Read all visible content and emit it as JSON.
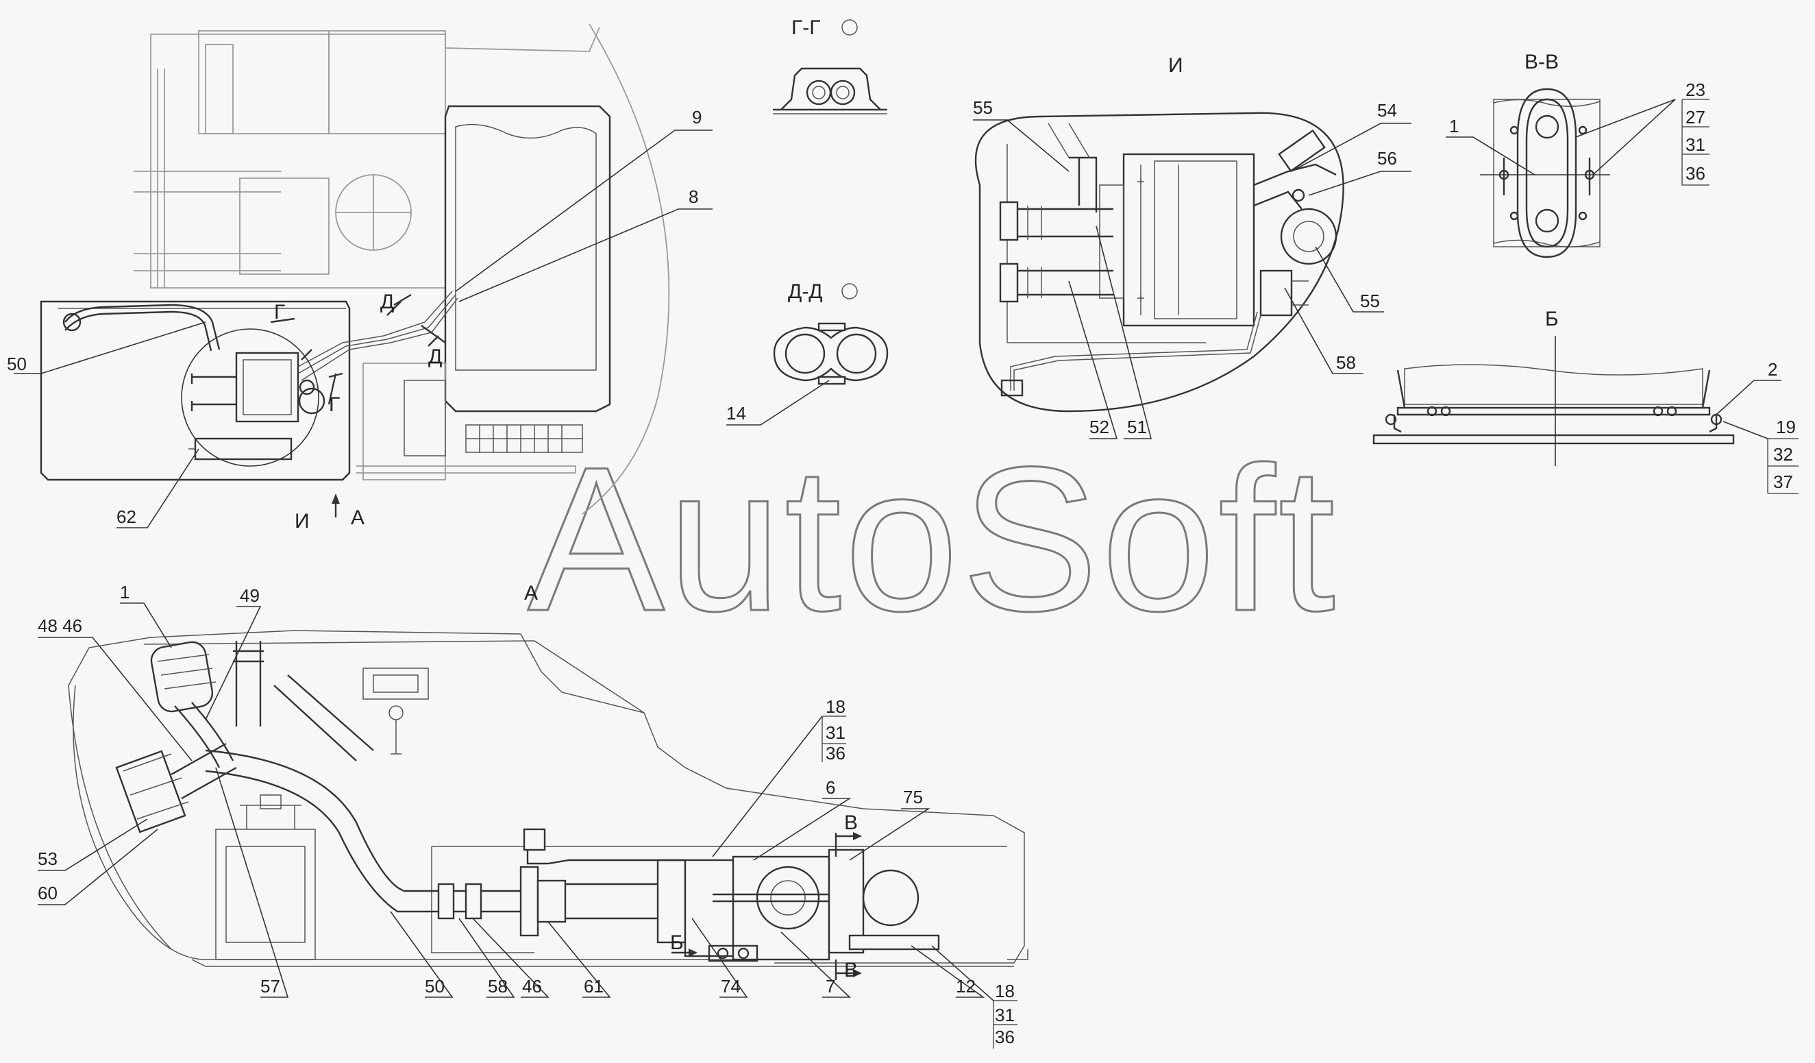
{
  "watermark": "AutoSoft",
  "sections": {
    "g_g": "Г-Г",
    "d_d": "Д-Д",
    "i": "И",
    "v_v": "В-В",
    "b": "Б",
    "a_view": "А",
    "i_view": "И",
    "a_arrow": "А",
    "g_mark": "Г",
    "d_mark": "Д",
    "v_mark": "В",
    "b_mark": "Б"
  },
  "callouts": {
    "top_left": [
      "9",
      "8",
      "50",
      "62"
    ],
    "d_d": [
      "14"
    ],
    "view_i": [
      "55",
      "54",
      "56",
      "55",
      "58",
      "52",
      "51"
    ],
    "v_v": [
      "1",
      "23",
      "27",
      "31",
      "36"
    ],
    "b": [
      "2",
      "19",
      "32",
      "37"
    ],
    "bottom": [
      "1",
      "49",
      "48 46",
      "53",
      "60",
      "57",
      "50",
      "58",
      "46",
      "61",
      "74",
      "7",
      "12",
      "6",
      "75",
      "18",
      "31",
      "36",
      "18",
      "31",
      "36"
    ]
  }
}
